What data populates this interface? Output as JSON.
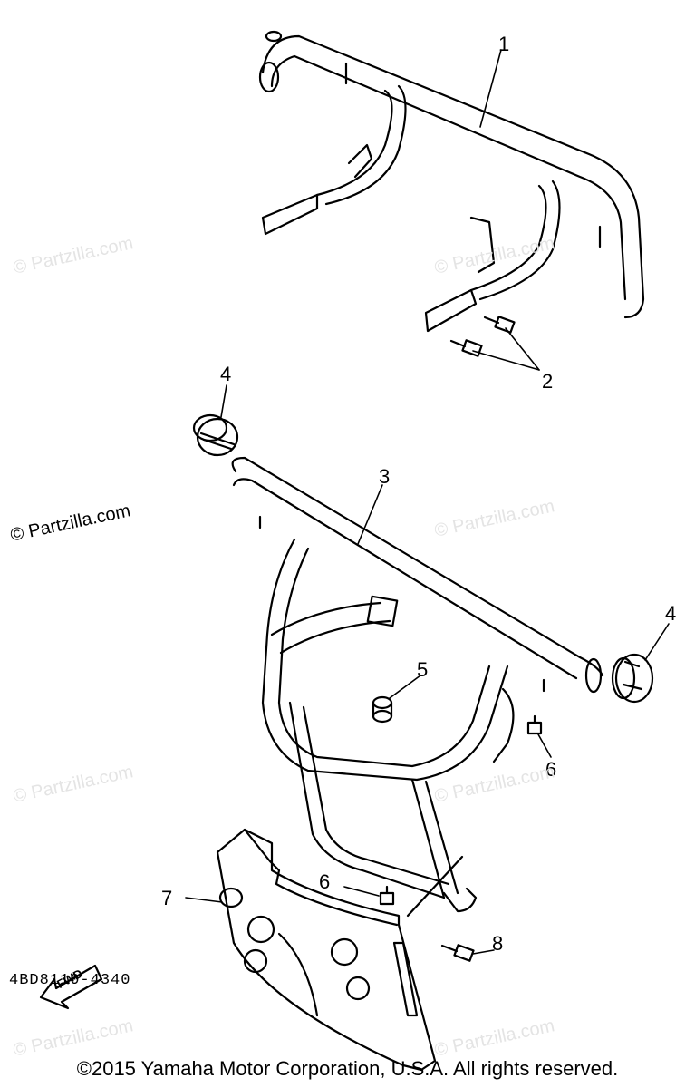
{
  "diagram": {
    "callouts": [
      "1",
      "2",
      "3",
      "4",
      "4",
      "5",
      "6",
      "6",
      "7",
      "8"
    ],
    "fwd_label": "FWD",
    "part_number": "4BD8110-4340",
    "watermark": "© Partzilla.com",
    "copyright": "©2015 Yamaha Motor Corporation, U.S.A. All rights reserved."
  }
}
